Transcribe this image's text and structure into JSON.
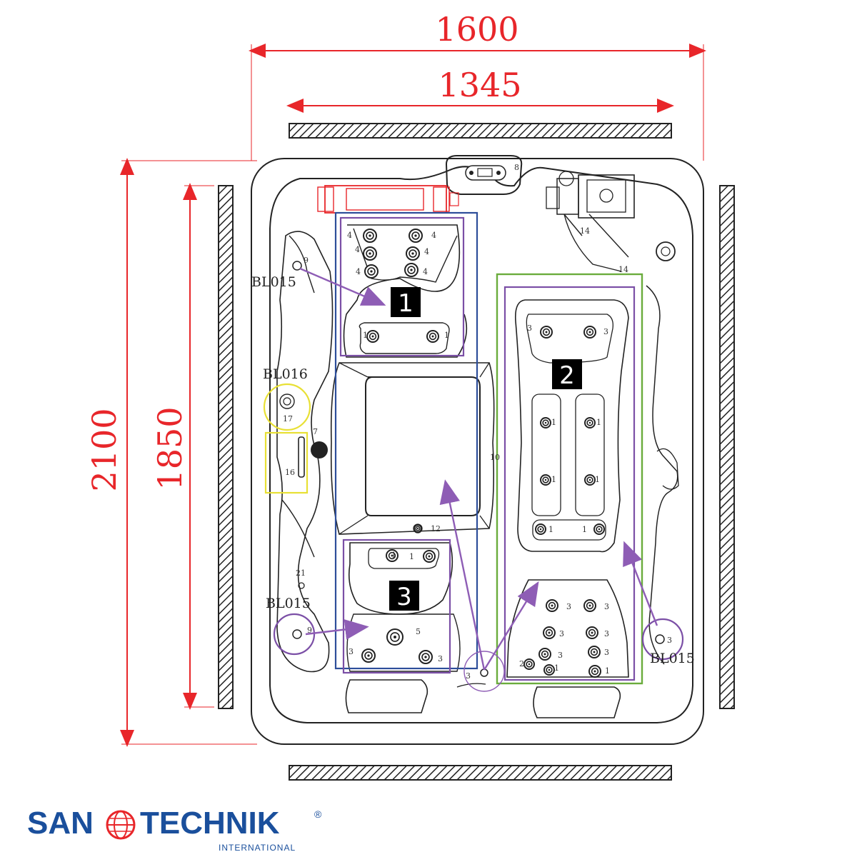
{
  "dimensions": {
    "outer_width": "1600",
    "inner_width": "1345",
    "outer_length": "2100",
    "inner_length": "1850"
  },
  "zones": [
    "1",
    "2",
    "3"
  ],
  "bl_labels": {
    "top_left": "BL015",
    "mid_left": "BL016",
    "bottom_left": "BL015",
    "bottom_right": "BL015"
  },
  "part_numbers": {
    "p4": "4",
    "p8": "8",
    "p9": "9",
    "p14": "14",
    "p1": "1",
    "p17": "17",
    "p7": "7",
    "p16": "16",
    "p10": "10",
    "p3": "3",
    "p12": "12",
    "p21": "21",
    "p5": "5",
    "p2": "2"
  },
  "colors": {
    "dimension": "#e8262a",
    "zone1_outline": "#2d4e9a",
    "zone_purple": "#7b4fa6",
    "zone2_outline": "#6aac3c",
    "pump_yellow": "#e8e035",
    "heater_red": "#e8262a",
    "arrow": "#8e5db5",
    "logo": "#1a4f9c"
  },
  "logo": {
    "left": "SAN",
    "right": "TECHNIK",
    "sub": "INTERNATIONAL",
    "reg": "®"
  }
}
